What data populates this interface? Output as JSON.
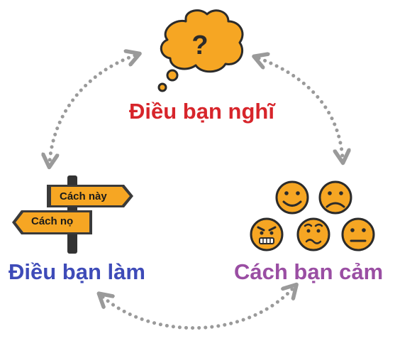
{
  "labels": {
    "thought": "Điều bạn nghĩ",
    "action": "Điều bạn làm",
    "feeling": "Cách bạn cảm"
  },
  "signpost": {
    "top_sign": "Cách này",
    "bottom_sign": "Cách nọ"
  },
  "thought_bubble": {
    "symbol": "?"
  },
  "colors": {
    "thought_label": "#d7252b",
    "action_label": "#3e4bb8",
    "feeling_label": "#9a4ea3",
    "accent_orange": "#f6a623",
    "dark": "#2b2b2b",
    "dotted_arrow": "#9a9a9a"
  },
  "icons": {
    "cloud": "thought-cloud-icon",
    "signpost": "signpost-icon",
    "faces": [
      "happy-face-icon",
      "sad-face-icon",
      "angry-face-icon",
      "worried-face-icon",
      "neutral-face-icon"
    ]
  }
}
